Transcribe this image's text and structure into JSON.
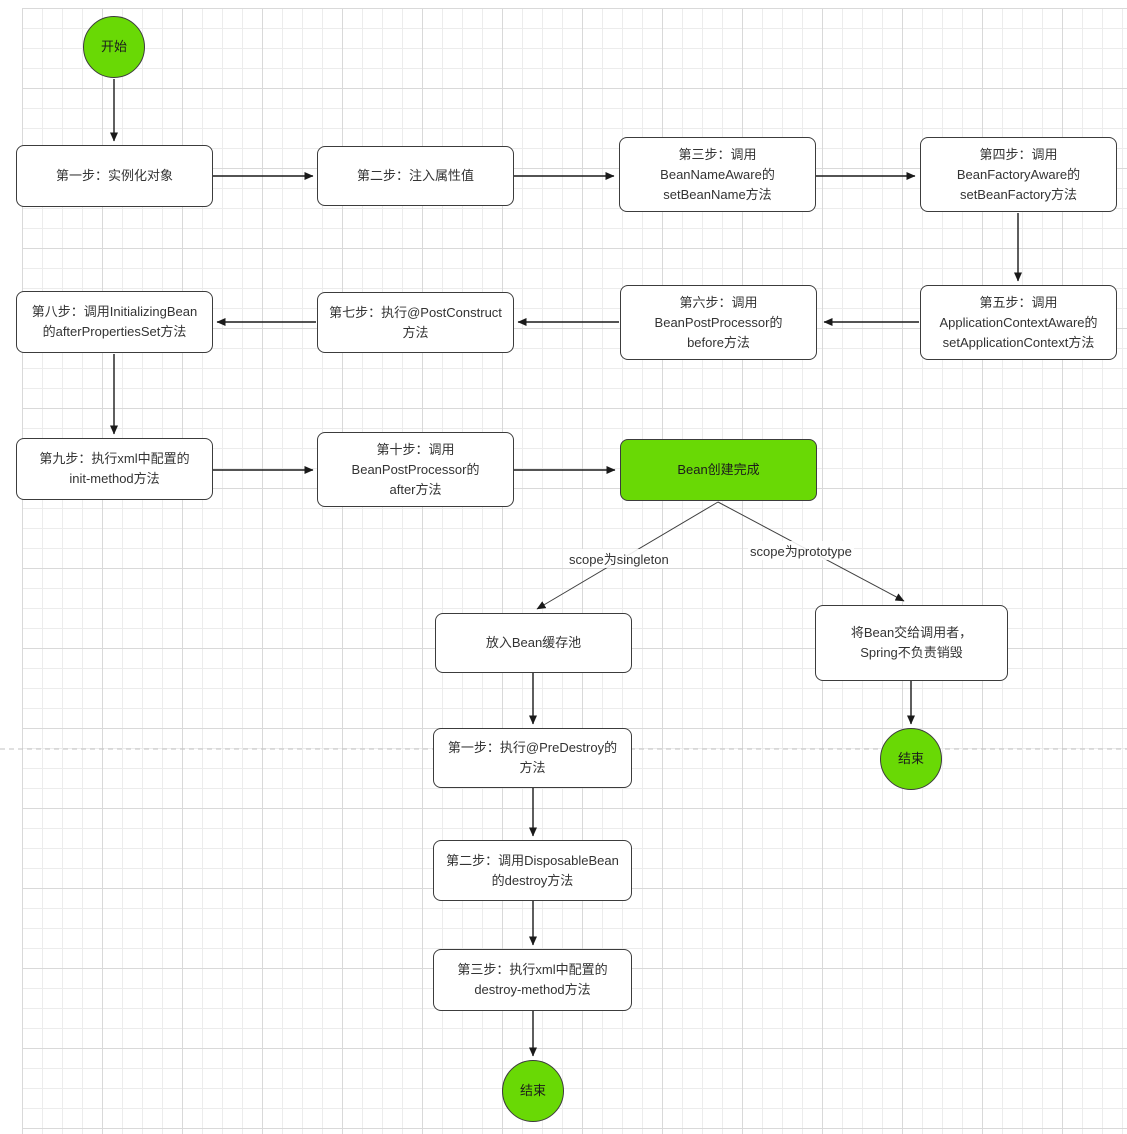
{
  "palette": {
    "terminal_green": "#69d905",
    "node_border": "#3c3c3c",
    "node_fill": "#ffffff",
    "text_color": "#333333",
    "grid_minor": "#ececec",
    "grid_major": "#d9d9d9",
    "page_break": "#c2c2c2",
    "wire": "#1a1a1a"
  },
  "nodes": {
    "start": {
      "label": "开始"
    },
    "step1": {
      "lines": [
        "第一步：实例化对象"
      ]
    },
    "step2": {
      "lines": [
        "第二步：注入属性值"
      ]
    },
    "step3": {
      "lines": [
        "第三步：调用",
        "BeanNameAware的",
        "setBeanName方法"
      ]
    },
    "step4": {
      "lines": [
        "第四步：调用",
        "BeanFactoryAware的",
        "setBeanFactory方法"
      ]
    },
    "step5": {
      "lines": [
        "第五步：调用",
        "ApplicationContextAware的",
        "setApplicationContext方法"
      ]
    },
    "step6": {
      "lines": [
        "第六步：调用",
        "BeanPostProcessor的",
        "before方法"
      ]
    },
    "step7": {
      "lines": [
        "第七步：执行@PostConstruct",
        "方法"
      ]
    },
    "step8": {
      "lines": [
        "第八步：调用InitializingBean",
        "的afterPropertiesSet方法"
      ]
    },
    "step9": {
      "lines": [
        "第九步：执行xml中配置的",
        "init-method方法"
      ]
    },
    "step10": {
      "lines": [
        "第十步：调用",
        "BeanPostProcessor的",
        "after方法"
      ]
    },
    "bean_created": {
      "label": "Bean创建完成"
    },
    "cache_pool": {
      "lines": [
        "放入Bean缓存池"
      ]
    },
    "hand_over": {
      "lines": [
        "将Bean交给调用者，",
        "Spring不负责销毁"
      ]
    },
    "destroy1": {
      "lines": [
        "第一步：执行@PreDestroy的",
        "方法"
      ]
    },
    "destroy2": {
      "lines": [
        "第二步：调用DisposableBean",
        "的destroy方法"
      ]
    },
    "destroy3": {
      "lines": [
        "第三步：执行xml中配置的",
        "destroy-method方法"
      ]
    },
    "end_prototype": {
      "label": "结束"
    },
    "end_singleton": {
      "label": "结束"
    }
  },
  "edge_labels": {
    "singleton": "scope为singleton",
    "prototype": "scope为prototype"
  }
}
